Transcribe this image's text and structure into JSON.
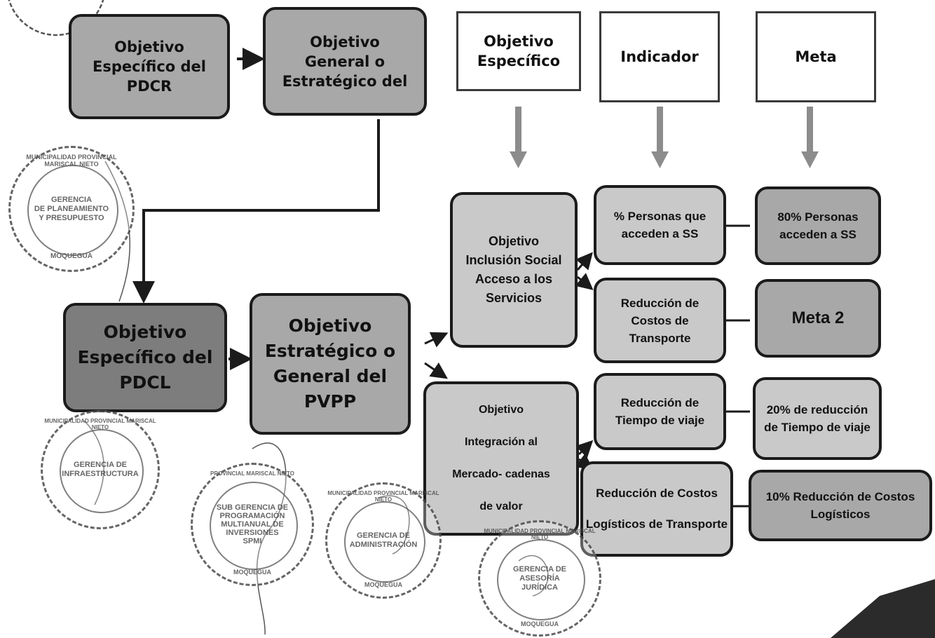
{
  "headers": {
    "objetivo_especifico": [
      "Objetivo",
      "Específico"
    ],
    "indicador": "Indicador",
    "meta": "Meta"
  },
  "top_row": {
    "pdcr": [
      "Objetivo",
      "Específico del",
      "PDCR"
    ],
    "general": [
      "Objetivo",
      "General o",
      "Estratégico del"
    ]
  },
  "mid_row": {
    "pdcl": [
      "Objetivo",
      "Específico del",
      "PDCL"
    ],
    "pvpp": [
      "Objetivo",
      "Estratégico o",
      "General del",
      "PVPP"
    ]
  },
  "objectives": {
    "inclusion": [
      "Objetivo",
      "Inclusión Social",
      "Acceso a los",
      "Servicios"
    ],
    "integracion": [
      "Objetivo",
      "Integración al",
      "Mercado- cadenas",
      "de valor"
    ]
  },
  "indicators": {
    "personas": [
      "% Personas que",
      "acceden a SS"
    ],
    "costos_transporte": [
      "Reducción de",
      "Costos de",
      "Transporte"
    ],
    "tiempo_viaje": [
      "Reducción de",
      "Tiempo de viaje"
    ],
    "costos_logisticos": [
      "Reducción de Costos",
      "Logísticos de Transporte"
    ]
  },
  "metas": {
    "meta1": [
      "80% Personas",
      "acceden a SS"
    ],
    "meta2": "Meta 2",
    "meta3": [
      "20% de reducción",
      "de Tiempo de viaje"
    ],
    "meta4": [
      "10% Reducción de Costos",
      "Logísticos"
    ]
  },
  "stamps": {
    "left": [
      "MUNICIPALIDAD PROVINCIAL MARISCAL NIETO",
      "GERENCIA",
      "DE PLANEAMIENTO",
      "Y PRESUPUESTO",
      "MOQUEGUA"
    ],
    "left_bottom": [
      "MUNICIPALIDAD PROVINCIAL MARISCAL NIETO",
      "GERENCIA DE",
      "INFRAESTRUCTURA"
    ],
    "mid": [
      "PROVINCIAL MARISCAL NIETO",
      "SUB GERENCIA DE",
      "PROGRAMACIÓN",
      "MULTIANUAL DE",
      "INVERSIONES",
      "SPMI",
      "MOQUEGUA"
    ],
    "admin": [
      "MUNICIPALIDAD PROVINCIAL MARISCAL NIETO",
      "GERENCIA DE",
      "ADMINISTRACIÓN",
      "MOQUEGUA"
    ],
    "juridica": [
      "MUNICIPALIDAD PROVINCIAL MARISCAL NIETO",
      "GERENCIA DE",
      "ASESORÍA",
      "JURÍDICA",
      "MOQUEGUA"
    ]
  },
  "colors": {
    "box_gray": "#a8a8a8",
    "box_light": "#c9c9c9",
    "box_dark": "#7d7d7d",
    "arrow_down": "#8c8c8c",
    "stroke": "#1b1b1b"
  }
}
